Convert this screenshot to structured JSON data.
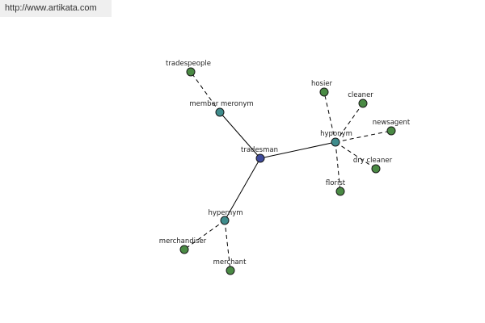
{
  "header": {
    "url": "http://www.artikata.com"
  },
  "colors": {
    "center": "#3e4a9a",
    "relation": "#3f8c8c",
    "leaf": "#4a8a44"
  },
  "graph": {
    "nodes": [
      {
        "id": "tradesman",
        "label": "tradesman",
        "kind": "center"
      },
      {
        "id": "member_meronym",
        "label": "member meronym",
        "kind": "relation"
      },
      {
        "id": "hyponym",
        "label": "hyponym",
        "kind": "relation"
      },
      {
        "id": "hypernym",
        "label": "hypernym",
        "kind": "relation"
      },
      {
        "id": "tradespeople",
        "label": "tradespeople",
        "kind": "leaf"
      },
      {
        "id": "hosier",
        "label": "hosier",
        "kind": "leaf"
      },
      {
        "id": "cleaner",
        "label": "cleaner",
        "kind": "leaf"
      },
      {
        "id": "newsagent",
        "label": "newsagent",
        "kind": "leaf"
      },
      {
        "id": "dry_cleaner",
        "label": "dry cleaner",
        "kind": "leaf"
      },
      {
        "id": "florist",
        "label": "florist",
        "kind": "leaf"
      },
      {
        "id": "merchandiser",
        "label": "merchandiser",
        "kind": "leaf"
      },
      {
        "id": "merchant",
        "label": "merchant",
        "kind": "leaf"
      }
    ],
    "edges": [
      {
        "from": "tradesman",
        "to": "member_meronym",
        "style": "solid"
      },
      {
        "from": "tradesman",
        "to": "hyponym",
        "style": "solid"
      },
      {
        "from": "tradesman",
        "to": "hypernym",
        "style": "solid"
      },
      {
        "from": "member_meronym",
        "to": "tradespeople",
        "style": "dashed"
      },
      {
        "from": "hyponym",
        "to": "hosier",
        "style": "dashed"
      },
      {
        "from": "hyponym",
        "to": "cleaner",
        "style": "dashed"
      },
      {
        "from": "hyponym",
        "to": "newsagent",
        "style": "dashed"
      },
      {
        "from": "hyponym",
        "to": "dry_cleaner",
        "style": "dashed"
      },
      {
        "from": "hyponym",
        "to": "florist",
        "style": "dashed"
      },
      {
        "from": "hypernym",
        "to": "merchandiser",
        "style": "dashed"
      },
      {
        "from": "hypernym",
        "to": "merchant",
        "style": "dashed"
      }
    ]
  }
}
